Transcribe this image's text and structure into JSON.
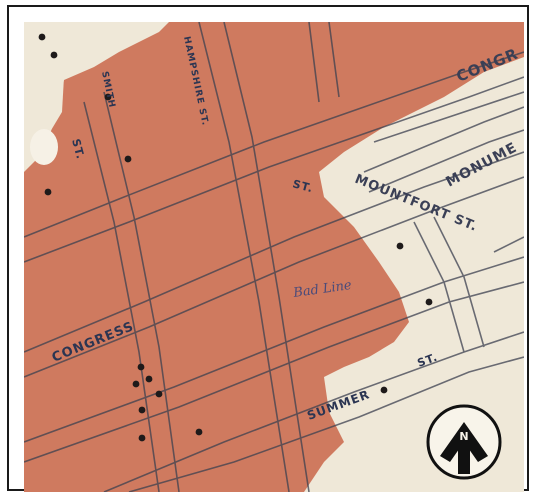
{
  "map": {
    "colors": {
      "paper": "#efe8d8",
      "burned_area": "#cf7a5f",
      "burned_dark": "#b86148",
      "street_line": "#3d4150",
      "building_dot": "#1e1a1a"
    },
    "labels": {
      "congress_top": "CONGR",
      "monument": "MONUME",
      "mountfort": "MOUNTFORT ST.",
      "st_small": "ST.",
      "congress": "CONGRESS",
      "summer": "SUMMER",
      "st_summer": "ST.",
      "boundary_note": "Bad Line",
      "st_left": "ST.",
      "vertical_label_1": "SMITH",
      "vertical_label_2": "HAMPSHIRE ST."
    },
    "compass": {
      "icon": "north-arrow-icon",
      "letter": "N"
    }
  }
}
